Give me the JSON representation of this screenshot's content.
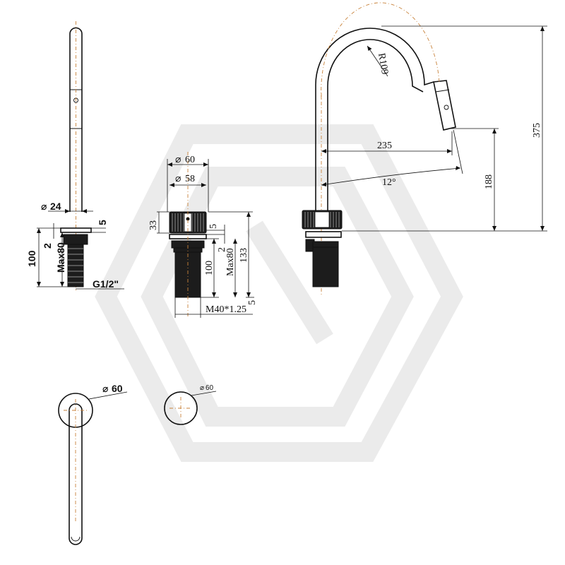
{
  "side_view": {
    "dia_spout": "24",
    "flange_thickness": "5",
    "gasket": "2",
    "max_length": "Max80",
    "total_length": "100",
    "thread": "G1/2\""
  },
  "spray_base": {
    "dia_outer": "60",
    "dia_inner": "58",
    "ring_height": "33",
    "flange_thickness": "5",
    "gasket": "2",
    "length": "100",
    "max_length": "Max80",
    "total_height": "133",
    "bottom_gap": "5",
    "thread": "M40*1.25"
  },
  "front_view": {
    "radius": "R109",
    "reach": "235",
    "spray_height": "188",
    "angle": "12°",
    "total_height": "375"
  },
  "top_view": {
    "dia": "60"
  },
  "base_top": {
    "dia": "60"
  },
  "symbols": {
    "diameter": "⌀"
  }
}
